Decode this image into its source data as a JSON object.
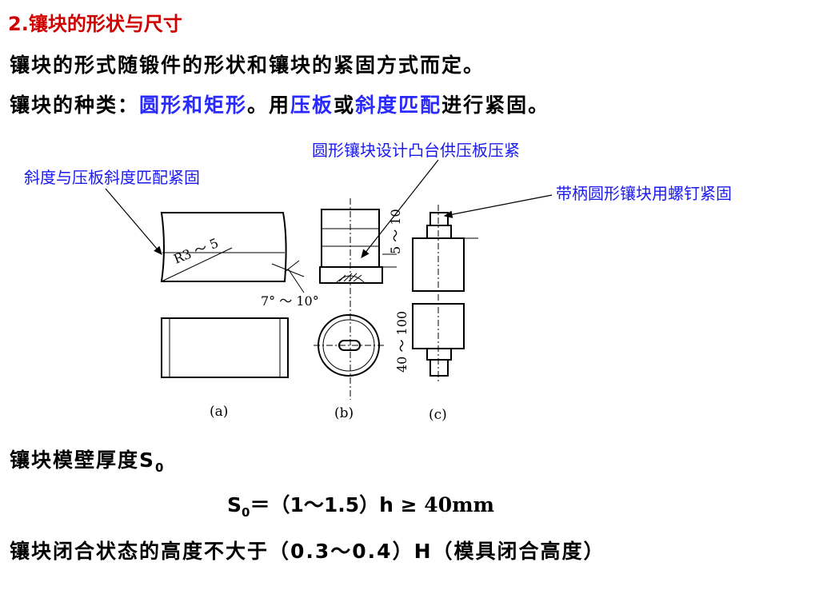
{
  "title": "2.镶块的形状与尺寸",
  "line1": "镶块的形式随锻件的形状和镶块的紧固方式而定。",
  "line2": {
    "p1": "镶块的种类：",
    "p2": "圆形和矩形",
    "p3": "。用",
    "p4": "压板",
    "p5": "或",
    "p6": "斜度匹配",
    "p7": "进行紧固。"
  },
  "labels": {
    "round_boss": "圆形镶块设计凸台供压板压紧",
    "slope": "斜度与压板斜度匹配紧固",
    "handle": "带柄圆形镶块用螺钉紧固"
  },
  "figure": {
    "r_label": "R3 ～ 5",
    "angle_label": "7° ～ 10°",
    "dim_5_10": "5 ～ 10",
    "dim_40_100": "40 ～ 100",
    "caption_a": "(a)",
    "caption_b": "(b)",
    "caption_c": "(c)"
  },
  "wall": {
    "text": "镶块模壁厚度S",
    "sub": "0"
  },
  "formula": {
    "s": "S",
    "sub": "0",
    "eq": "＝（1～1.5）h ≥ ",
    "value": "40mm"
  },
  "line_last": "镶块闭合状态的高度不大于（0.3～0.4）H（模具闭合高度）",
  "colors": {
    "title": "#d00000",
    "accent": "#2a2aff"
  }
}
